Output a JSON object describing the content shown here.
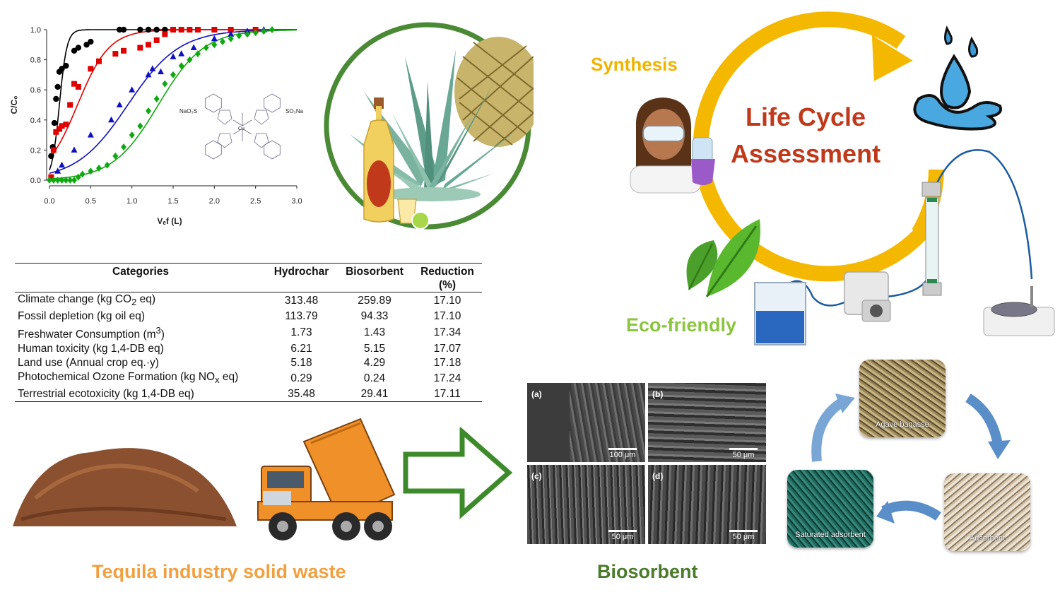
{
  "chart_data": {
    "type": "scatter",
    "xlabel": "Vₑf (L)",
    "ylabel": "C/C₀",
    "xlim": [
      0,
      3.0
    ],
    "ylim": [
      0,
      1.0
    ],
    "x_ticks": [
      "0.0",
      "0.5",
      "1.0",
      "1.5",
      "2.0",
      "2.5",
      "3.0"
    ],
    "y_ticks": [
      "0.0",
      "0.2",
      "0.4",
      "0.6",
      "0.8",
      "1.0"
    ],
    "grid": false,
    "series": [
      {
        "color": "#000000",
        "marker": "circle",
        "points": [
          [
            0.02,
            0.16
          ],
          [
            0.04,
            0.22
          ],
          [
            0.06,
            0.38
          ],
          [
            0.08,
            0.54
          ],
          [
            0.1,
            0.62
          ],
          [
            0.12,
            0.72
          ],
          [
            0.15,
            0.74
          ],
          [
            0.2,
            0.76
          ],
          [
            0.3,
            0.86
          ],
          [
            0.35,
            0.88
          ],
          [
            0.45,
            0.9
          ],
          [
            0.5,
            0.92
          ],
          [
            0.85,
            1.0
          ],
          [
            0.9,
            1.0
          ],
          [
            1.1,
            1.0
          ],
          [
            1.2,
            1.0
          ],
          [
            1.3,
            1.0
          ],
          [
            1.4,
            1.0
          ]
        ],
        "fit": {
          "k": 22,
          "x0": 0.12
        }
      },
      {
        "color": "#e00000",
        "marker": "square",
        "points": [
          [
            0.02,
            0.02
          ],
          [
            0.05,
            0.2
          ],
          [
            0.08,
            0.32
          ],
          [
            0.12,
            0.34
          ],
          [
            0.15,
            0.36
          ],
          [
            0.2,
            0.37
          ],
          [
            0.25,
            0.5
          ],
          [
            0.3,
            0.64
          ],
          [
            0.35,
            0.62
          ],
          [
            0.5,
            0.74
          ],
          [
            0.6,
            0.79
          ],
          [
            0.8,
            0.84
          ],
          [
            0.9,
            0.86
          ],
          [
            1.1,
            0.88
          ],
          [
            1.2,
            0.9
          ],
          [
            1.3,
            0.93
          ],
          [
            1.4,
            0.97
          ],
          [
            1.5,
            1.0
          ],
          [
            1.6,
            1.0
          ],
          [
            1.7,
            1.0
          ],
          [
            1.8,
            1.0
          ],
          [
            2.0,
            1.0
          ],
          [
            2.2,
            1.0
          ],
          [
            2.5,
            1.0
          ]
        ],
        "fit": {
          "k": 5.2,
          "x0": 0.34
        }
      },
      {
        "color": "#1010c0",
        "marker": "triangle",
        "points": [
          [
            0.1,
            0.06
          ],
          [
            0.15,
            0.1
          ],
          [
            0.3,
            0.2
          ],
          [
            0.5,
            0.3
          ],
          [
            0.75,
            0.4
          ],
          [
            0.85,
            0.5
          ],
          [
            1.0,
            0.6
          ],
          [
            1.2,
            0.7
          ],
          [
            1.25,
            0.74
          ],
          [
            1.35,
            0.72
          ],
          [
            1.5,
            0.82
          ],
          [
            1.6,
            0.84
          ],
          [
            1.75,
            0.88
          ],
          [
            2.0,
            0.94
          ],
          [
            2.2,
            0.97
          ],
          [
            2.4,
            0.99
          ],
          [
            2.6,
            1.0
          ]
        ],
        "fit": {
          "k": 3.2,
          "x0": 0.95
        }
      },
      {
        "color": "#10a810",
        "marker": "diamond",
        "points": [
          [
            0.0,
            0.0
          ],
          [
            0.05,
            0.0
          ],
          [
            0.1,
            0.0
          ],
          [
            0.15,
            0.0
          ],
          [
            0.2,
            0.0
          ],
          [
            0.25,
            0.0
          ],
          [
            0.3,
            0.0
          ],
          [
            0.35,
            0.02
          ],
          [
            0.4,
            0.04
          ],
          [
            0.5,
            0.06
          ],
          [
            0.6,
            0.08
          ],
          [
            0.7,
            0.1
          ],
          [
            0.8,
            0.16
          ],
          [
            0.9,
            0.22
          ],
          [
            1.0,
            0.3
          ],
          [
            1.1,
            0.36
          ],
          [
            1.2,
            0.46
          ],
          [
            1.3,
            0.54
          ],
          [
            1.4,
            0.64
          ],
          [
            1.5,
            0.7
          ],
          [
            1.6,
            0.76
          ],
          [
            1.7,
            0.8
          ],
          [
            1.8,
            0.84
          ],
          [
            1.9,
            0.88
          ],
          [
            2.0,
            0.9
          ],
          [
            2.1,
            0.92
          ],
          [
            2.2,
            0.94
          ],
          [
            2.3,
            0.96
          ],
          [
            2.4,
            0.97
          ],
          [
            2.5,
            0.98
          ],
          [
            2.6,
            0.99
          ],
          [
            2.7,
            1.0
          ]
        ],
        "fit": {
          "k": 3.6,
          "x0": 1.32
        }
      }
    ],
    "inset_molecule": {
      "left_group": "NaO₃S",
      "right_group": "SO₃Na",
      "metal": "Cu"
    }
  },
  "lca": {
    "synthesis": "Synthesis",
    "title_line1": "Life Cycle",
    "title_line2": "Assessment",
    "eco": "Eco-friendly"
  },
  "table": {
    "headers": [
      "Categories",
      "Hydrochar",
      "Biosorbent",
      "Reduction"
    ],
    "reduction_unit": "(%)",
    "rows": [
      {
        "category_html": "Climate change (kg CO<sub>2</sub> eq)",
        "hydrochar": "313.48",
        "biosorbent": "259.89",
        "reduction": "17.10"
      },
      {
        "category_html": "Fossil depletion (kg oil eq)",
        "hydrochar": "113.79",
        "biosorbent": "94.33",
        "reduction": "17.10"
      },
      {
        "category_html": "Freshwater Consumption (m<sup>3</sup>)",
        "hydrochar": "1.73",
        "biosorbent": "1.43",
        "reduction": "17.34"
      },
      {
        "category_html": "Human toxicity (kg 1,4-DB eq)",
        "hydrochar": "6.21",
        "biosorbent": "5.15",
        "reduction": "17.07"
      },
      {
        "category_html": "Land use (Annual crop eq.·y)",
        "hydrochar": "5.18",
        "biosorbent": "4.29",
        "reduction": "17.18"
      },
      {
        "category_html": "Photochemical Ozone Formation (kg NO<sub>x</sub> eq)",
        "hydrochar": "0.29",
        "biosorbent": "0.24",
        "reduction": "17.24"
      },
      {
        "category_html": "Terrestrial ecotoxicity (kg 1,4-DB eq)",
        "hydrochar": "35.48",
        "biosorbent": "29.41",
        "reduction": "17.11"
      }
    ]
  },
  "captions": {
    "waste": "Tequila industry solid waste",
    "biosorbent": "Biosorbent"
  },
  "sem": [
    {
      "label": "(a)",
      "scale": "100 μm"
    },
    {
      "label": "(b)",
      "scale": "50 μm"
    },
    {
      "label": "(c)",
      "scale": "50 μm"
    },
    {
      "label": "(d)",
      "scale": "50 μm"
    }
  ],
  "cycle": {
    "agave_bagasse": "Agave bagasse",
    "adsorbent": "Adsorbent",
    "saturated": "Saturated adsorbent"
  },
  "colors": {
    "synthesis": "#f0b400",
    "lca_title": "#c0391a",
    "eco": "#8bc53f",
    "waste_caption": "#f0a040",
    "bio_caption": "#4a7a2a",
    "lca_ring": "#f5b800",
    "agave_ring": "#4a8a35"
  }
}
